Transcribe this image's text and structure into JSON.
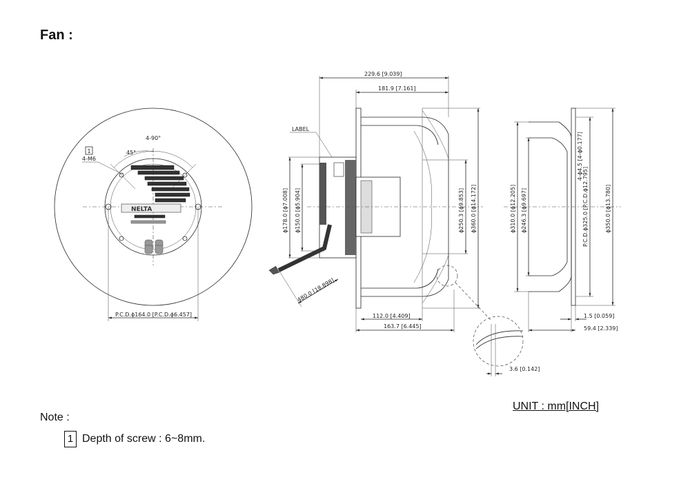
{
  "title": "Fan :",
  "unit": "UNIT : mm[INCH]",
  "note": {
    "label": "Note :",
    "items": [
      {
        "index": "1",
        "text": "Depth of screw : 6~8mm."
      }
    ]
  },
  "front_view": {
    "angle_top": "4-90°",
    "angle_45": "45°",
    "callout_index": "1",
    "screw_label": "4-M6",
    "logo_text": "NELTA",
    "pcd": "P.C.D.ϕ164.0 [P.C.D.ϕ6.457]"
  },
  "side_view": {
    "label": "LABEL",
    "overall_width": "229.6 [9.039]",
    "body_width": "181.9 [7.161]",
    "d178": "ϕ178.0 [ϕ7.008]",
    "d150": "ϕ150.0 [ϕ5.904]",
    "d250": "ϕ250.3 [ϕ9.853]",
    "d360": "ϕ360.0 [ϕ14.172]",
    "cable": "480.0 [18.898]",
    "w112": "112.0 [4.409]",
    "w163": "163.7 [6.445]",
    "detail": "3.6 [0.142]"
  },
  "right_view": {
    "d310": "ϕ310.0 [ϕ12.205]",
    "d246": "ϕ246.3 [ϕ9.697]",
    "holes": "4-ϕ4.5 [4-ϕ0.177]",
    "pcd325": "P.C.D.ϕ325.0 [P.C.D.ϕ12.795]",
    "d350": "ϕ350.0 [ϕ13.780]",
    "w15": "1.5 [0.059]",
    "w59": "59.4 [2.339]"
  }
}
